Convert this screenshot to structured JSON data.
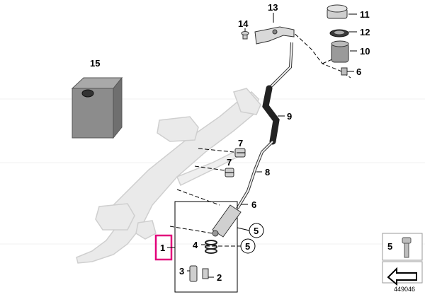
{
  "diagram": {
    "part_labels": [
      {
        "id": "p13",
        "text": "13"
      },
      {
        "id": "p14",
        "text": "14"
      },
      {
        "id": "p11",
        "text": "11"
      },
      {
        "id": "p12",
        "text": "12"
      },
      {
        "id": "p10",
        "text": "10"
      },
      {
        "id": "p6a",
        "text": "6"
      },
      {
        "id": "p15",
        "text": "15"
      },
      {
        "id": "p9",
        "text": "9"
      },
      {
        "id": "p7a",
        "text": "7"
      },
      {
        "id": "p7b",
        "text": "7"
      },
      {
        "id": "p8",
        "text": "8"
      },
      {
        "id": "p6b",
        "text": "6"
      },
      {
        "id": "p5a",
        "text": "5"
      },
      {
        "id": "p5b",
        "text": "5"
      },
      {
        "id": "p4",
        "text": "4"
      },
      {
        "id": "p1",
        "text": "1"
      },
      {
        "id": "p3",
        "text": "3"
      },
      {
        "id": "p2",
        "text": "2"
      }
    ],
    "legend_label": "5",
    "diagram_number": "449046",
    "colors": {
      "highlight": "#e2007a",
      "frame": "#dcdcdc",
      "reservoir": "#8c8c8c",
      "hose": "#222222"
    }
  }
}
